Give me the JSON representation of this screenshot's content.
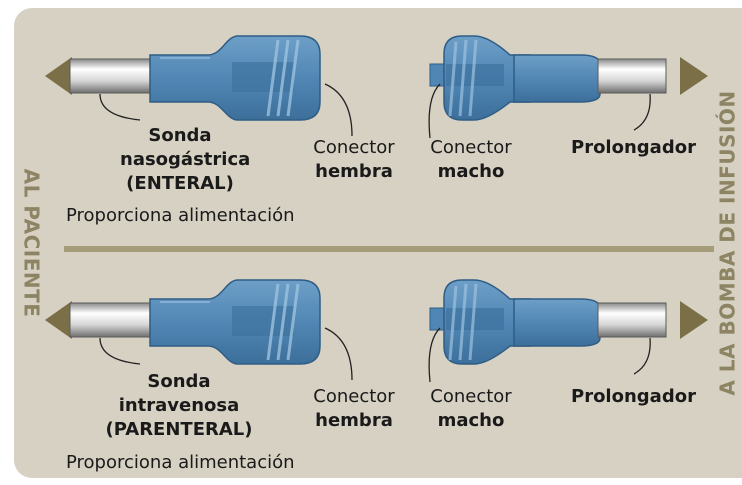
{
  "side_labels": {
    "left": "AL PACIENTE",
    "right": "A LA BOMBA DE INFUSIÓN"
  },
  "rows": [
    {
      "tube": {
        "line1": "Sonda",
        "line2": "nasogástrica",
        "line3": "(ENTERAL)"
      },
      "description": "Proporciona alimentación",
      "female": {
        "line1": "Conector",
        "line2": "hembra"
      },
      "male": {
        "line1": "Conector",
        "line2": "macho"
      },
      "extension": "Prolongador"
    },
    {
      "tube": {
        "line1": "Sonda",
        "line2": "intravenosa",
        "line3": "(PARENTERAL)"
      },
      "description": "Proporciona alimentación",
      "female": {
        "line1": "Conector",
        "line2": "hembra"
      },
      "male": {
        "line1": "Conector",
        "line2": "macho"
      },
      "extension": "Prolongador"
    }
  ],
  "colors": {
    "background": "#d6d1c2",
    "arrow": "#7b6f48",
    "connector": "#4f86b3",
    "connector_light": "#8fb6d6",
    "divider": "#a59c7a"
  }
}
